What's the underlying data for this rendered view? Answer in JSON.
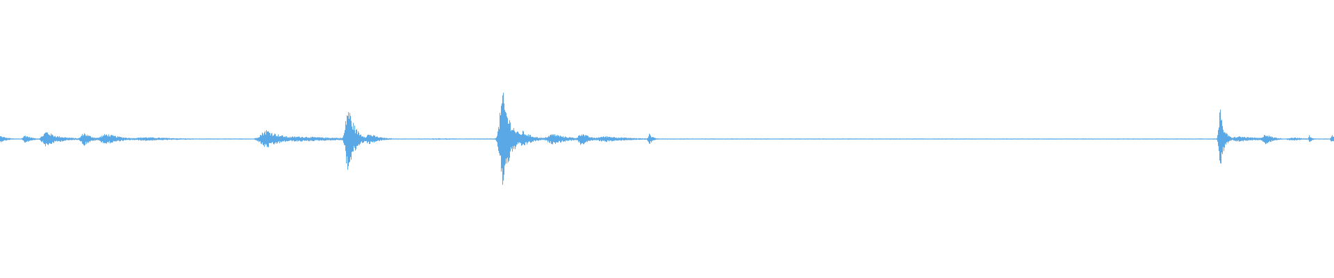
{
  "waveform": {
    "color": "#5aa9e6",
    "background": "#ffffff",
    "samples_per_column": 1,
    "bursts": [
      {
        "center": 0.0,
        "width": 0.006,
        "amp": 0.025
      },
      {
        "center": 0.019,
        "width": 0.005,
        "amp": 0.03
      },
      {
        "center": 0.035,
        "width": 0.008,
        "amp": 0.06
      },
      {
        "center": 0.044,
        "width": 0.012,
        "amp": 0.022
      },
      {
        "center": 0.063,
        "width": 0.006,
        "amp": 0.05
      },
      {
        "center": 0.08,
        "width": 0.012,
        "amp": 0.04
      },
      {
        "center": 0.11,
        "width": 0.03,
        "amp": 0.014
      },
      {
        "center": 0.2,
        "width": 0.012,
        "amp": 0.07
      },
      {
        "center": 0.225,
        "width": 0.04,
        "amp": 0.02
      },
      {
        "center": 0.261,
        "width": 0.005,
        "amp": 0.26
      },
      {
        "center": 0.277,
        "width": 0.008,
        "amp": 0.04
      },
      {
        "center": 0.33,
        "width": 0.03,
        "amp": 0.006
      },
      {
        "center": 0.377,
        "width": 0.006,
        "amp": 0.35
      },
      {
        "center": 0.392,
        "width": 0.008,
        "amp": 0.06
      },
      {
        "center": 0.415,
        "width": 0.012,
        "amp": 0.04
      },
      {
        "center": 0.436,
        "width": 0.006,
        "amp": 0.05
      },
      {
        "center": 0.455,
        "width": 0.02,
        "amp": 0.022
      },
      {
        "center": 0.487,
        "width": 0.003,
        "amp": 0.04
      },
      {
        "center": 0.65,
        "width": 0.12,
        "amp": 0.004
      },
      {
        "center": 0.915,
        "width": 0.003,
        "amp": 0.22
      },
      {
        "center": 0.93,
        "width": 0.018,
        "amp": 0.02
      },
      {
        "center": 0.949,
        "width": 0.006,
        "amp": 0.04
      },
      {
        "center": 0.97,
        "width": 0.012,
        "amp": 0.012
      },
      {
        "center": 0.982,
        "width": 0.002,
        "amp": 0.03
      },
      {
        "center": 0.999,
        "width": 0.003,
        "amp": 0.03
      }
    ],
    "noise_floor": 0.004
  }
}
